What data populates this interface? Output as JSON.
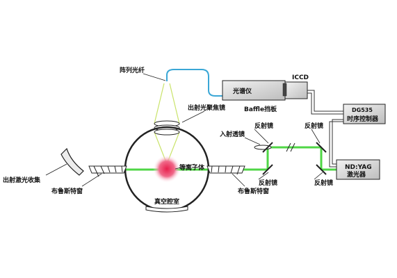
{
  "labels": {
    "array_fiber": "阵列光纤",
    "spectrometer": "光谱仪",
    "iccd": "ICCD",
    "baffle": "Baffle挡板",
    "dg535": "DG535",
    "timing_controller": "时序控制器",
    "output_focus_lens": "出射光聚焦镜",
    "incident_lens": "入射透镜",
    "mirror_1": "反射镜",
    "mirror_2": "反射镜",
    "mirror_3": "反射镜",
    "mirror_4": "反射镜",
    "plasma": "等离子体",
    "vacuum_chamber": "真空腔室",
    "exit_laser_collector": "出射激光收集",
    "brewster_left": "布鲁斯特窗",
    "brewster_right": "布鲁斯特窗",
    "ndyag": "ND:YAG",
    "laser": "激光器"
  },
  "colors": {
    "laser_beam": "#4fd645",
    "fiber": "#3aa7d6",
    "cone": "#c9e36a",
    "plasma_core": "#e8204d",
    "line": "#222222",
    "box_fill": "#d8d8d8"
  }
}
